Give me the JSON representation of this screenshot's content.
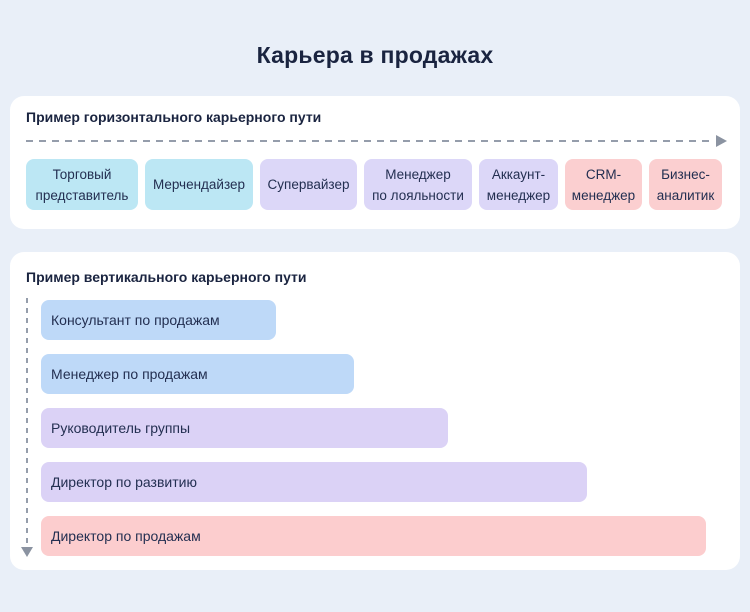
{
  "page": {
    "title": "Карьера в продажах",
    "background_color": "#e9eff8",
    "card_background_color": "#ffffff",
    "text_color": "#232f51",
    "heading_color": "#1a2440",
    "dash_color": "#959dab",
    "arrow_color": "#8b93a1"
  },
  "horizontal_path": {
    "heading": "Пример горизонтального карьерного пути",
    "arrow_direction": "right",
    "steps": [
      {
        "label": "Торговый\nпредставитель",
        "color": "#bce7f4"
      },
      {
        "label": "Мерчендайзер",
        "color": "#bce7f4"
      },
      {
        "label": "Супервайзер",
        "color": "#dcd7f8"
      },
      {
        "label": "Менеджер\nпо лояльности",
        "color": "#dcd7f8"
      },
      {
        "label": "Аккаунт-\nменеджер",
        "color": "#dcd7f8"
      },
      {
        "label": "CRM-\nменеджер",
        "color": "#fbcfd0"
      },
      {
        "label": "Бизнес-\nаналитик",
        "color": "#fbcfd0"
      }
    ]
  },
  "vertical_path": {
    "heading": "Пример вертикального карьерного пути",
    "arrow_direction": "down",
    "levels": [
      {
        "label": "Консультант по продажам",
        "color": "#bed9f8",
        "width_pct": 34.4
      },
      {
        "label": "Менеджер по продажам",
        "color": "#bed9f8",
        "width_pct": 45.8
      },
      {
        "label": "Руководитель группы",
        "color": "#dbd2f6",
        "width_pct": 59.6
      },
      {
        "label": "Директор по развитию",
        "color": "#dbd2f6",
        "width_pct": 79.9
      },
      {
        "label": "Директор по продажам",
        "color": "#fccdce",
        "width_pct": 97.4
      }
    ]
  }
}
